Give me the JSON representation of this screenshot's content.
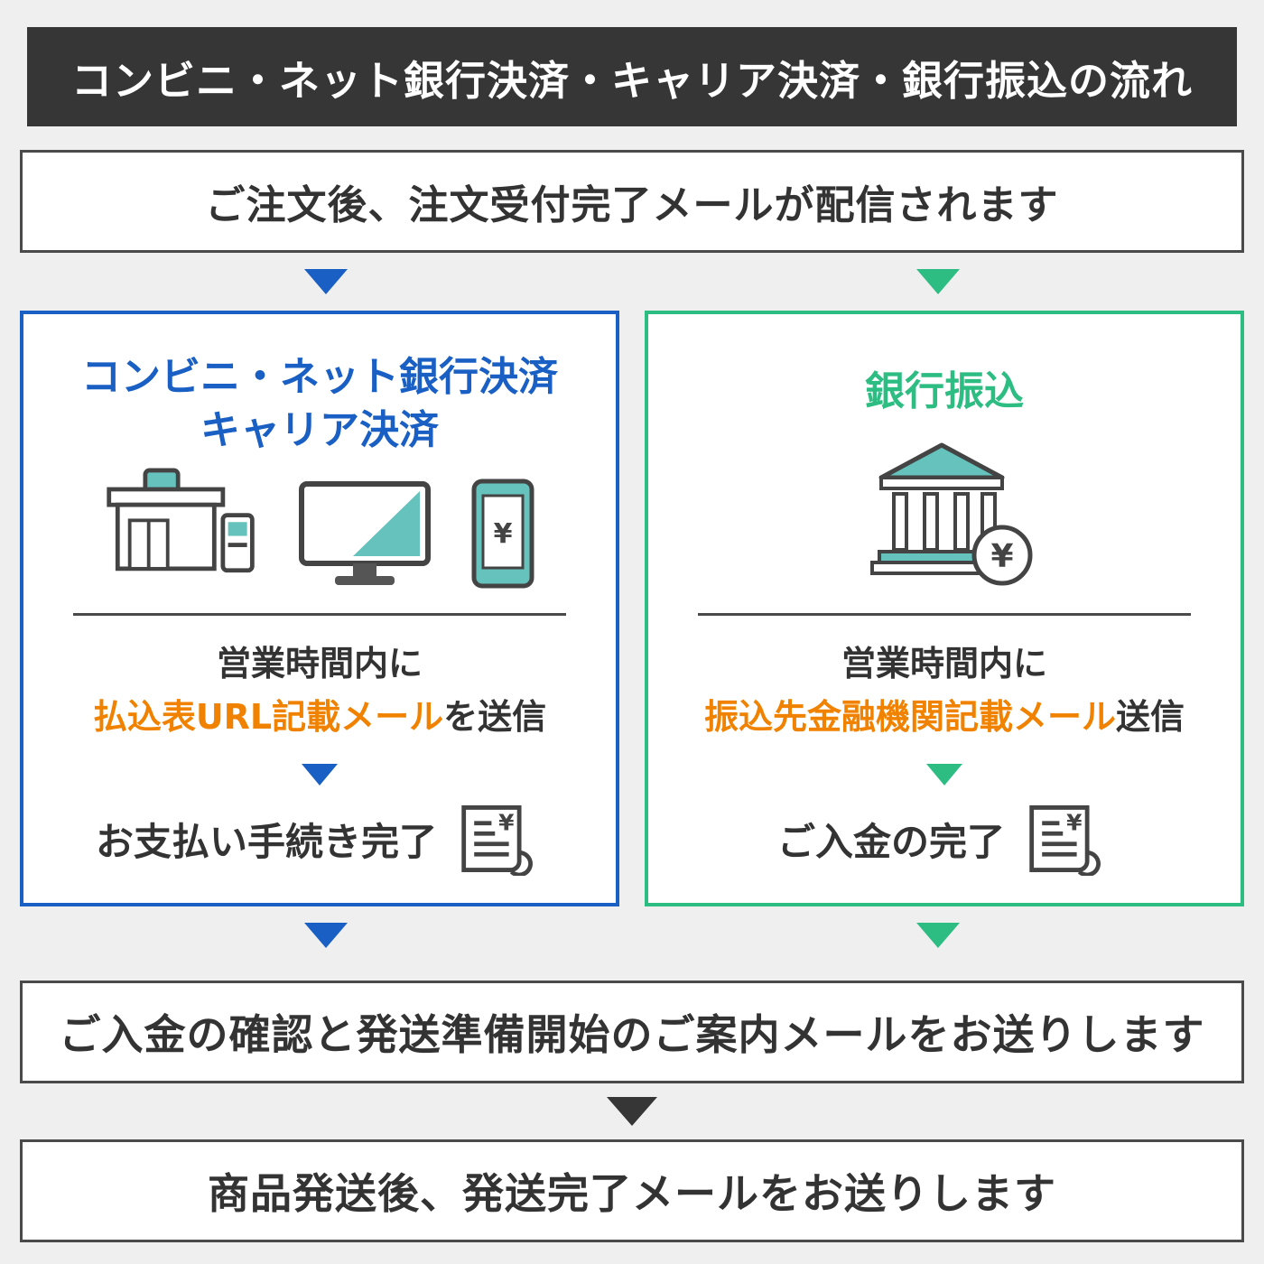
{
  "colors": {
    "blue": "#1a5fc4",
    "green": "#2dbd82",
    "orange": "#f08200",
    "dark": "#363636",
    "teal_icon_accent": "#66c2bc",
    "background": "#efefef"
  },
  "header": {
    "title": "コンビニ・ネット銀行決済・キャリア決済・銀行振込の流れ"
  },
  "flow": {
    "order_notice": "ご注文後、注文受付完了メールが配信されます",
    "payment_confirm_notice": "ご入金の確認と発送準備開始のご案内メールをお送りします",
    "shipping_notice": "商品発送後、発送完了メールをお送りします"
  },
  "left_panel": {
    "title_line1": "コンビニ・ネット銀行決済",
    "title_line2": "キャリア決済",
    "hours_line": "営業時間内に",
    "mail_highlight": "払込表URL記載メール",
    "mail_suffix": "を送信",
    "done_label": "お支払い手続き完了"
  },
  "right_panel": {
    "title": "銀行振込",
    "hours_line": "営業時間内に",
    "mail_highlight": "振込先金融機関記載メール",
    "mail_suffix": "送信",
    "done_label": "ご入金の完了"
  },
  "icons": {
    "yen": "¥"
  }
}
